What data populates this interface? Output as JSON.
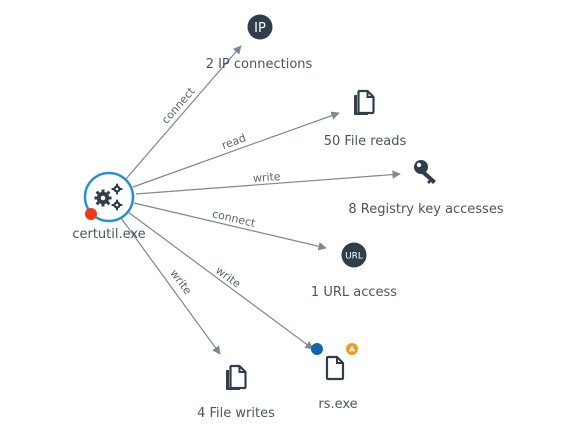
{
  "center": {
    "label": "certutil.exe",
    "icon": "gears-icon",
    "ring_color": "#2a8fd0",
    "status_color": "#f03a17"
  },
  "nodes": {
    "ip": {
      "label": "2 IP connections",
      "icon_text": "IP",
      "icon": "ip-icon"
    },
    "file_reads": {
      "label": "50 File reads",
      "icon": "file-stack-icon"
    },
    "registry": {
      "label": "8 Registry key accesses",
      "icon": "key-icon"
    },
    "url": {
      "label": "1 URL access",
      "icon_text": "URL",
      "icon": "url-icon"
    },
    "file_writes": {
      "label": "4 File writes",
      "icon": "file-stack-icon"
    },
    "rs": {
      "label": "rs.exe",
      "icon": "file-icon",
      "dot_color": "#0d67b0",
      "warning_color": "#f39a1d",
      "warning_icon": "warning-icon"
    }
  },
  "edges": {
    "ip": "connect",
    "file_reads": "read",
    "registry": "write",
    "url": "connect",
    "rs": "write",
    "file_writes": "write"
  },
  "colors": {
    "icon_dark": "#2f3e4a",
    "edge": "#7d8892",
    "label": "#4b5661"
  }
}
